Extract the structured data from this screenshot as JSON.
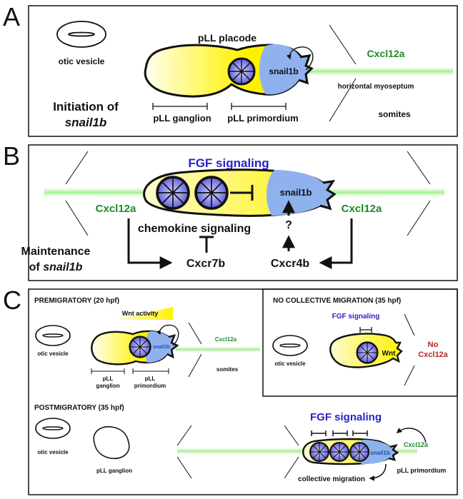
{
  "panelA": {
    "letter": "A",
    "otic_vesicle": "otic vesicle",
    "pll_placode": "pLL placode",
    "snail1b": "snail1b",
    "cxcl12a": "Cxcl12a",
    "horizontal_myoseptum": "horizontal myoseptum",
    "pll_ganglion": "pLL ganglion",
    "pll_primordium": "pLL primordium",
    "somites": "somites",
    "initiation_line1": "Initiation of",
    "initiation_line2": "snail1b"
  },
  "panelB": {
    "letter": "B",
    "fgf_signaling": "FGF signaling",
    "snail1b": "snail1b",
    "cxcl12a_left": "Cxcl12a",
    "cxcl12a_right": "Cxcl12a",
    "chemokine_signaling": "chemokine signaling",
    "question": "?",
    "cxcr7b": "Cxcr7b",
    "cxcr4b": "Cxcr4b",
    "maintenance_line1": "Maintenance",
    "maintenance_line2_prefix": "of",
    "maintenance_line2_italic": "snail1b"
  },
  "panelC": {
    "letter": "C",
    "premigratory_title": "PREMIGRATORY (20 hpf)",
    "wnt_activity": "Wnt activity",
    "snail1b": "snail1b",
    "cxcl12a": "Cxcl12a",
    "otic_vesicle": "otic vesicle",
    "somites": "somites",
    "pll_ganglion_1": "pLL",
    "pll_ganglion_2": "ganglion",
    "pll_primordium_1": "pLL",
    "pll_primordium_2": "primordium",
    "no_migration_title": "NO COLLECTIVE MIGRATION (35 hpf)",
    "fgf_signaling_small": "FGF signaling",
    "wnt": "Wnt",
    "no_cxcl12a_1": "No",
    "no_cxcl12a_2": "Cxcl12a",
    "no_migration_otic": "otic vesicle",
    "postmigratory_title": "POSTMIGRATORY (35 hpf)",
    "post_otic": "otic vesicle",
    "post_ganglion": "pLL ganglion",
    "post_fgf": "FGF signaling",
    "post_snail1b": "snail1b",
    "post_cxcl12a": "Cxcl12a",
    "collective_migration": "collective migration",
    "post_primordium": "pLL primordium"
  },
  "colors": {
    "green_text": "#1e8a2a",
    "blue_text": "#2b22c8",
    "red_text": "#b22424",
    "yellow": "#fff200",
    "light_blue": "#8fb2ee",
    "purple": "#6d6de0",
    "green_glow": "#b6f2a0"
  }
}
